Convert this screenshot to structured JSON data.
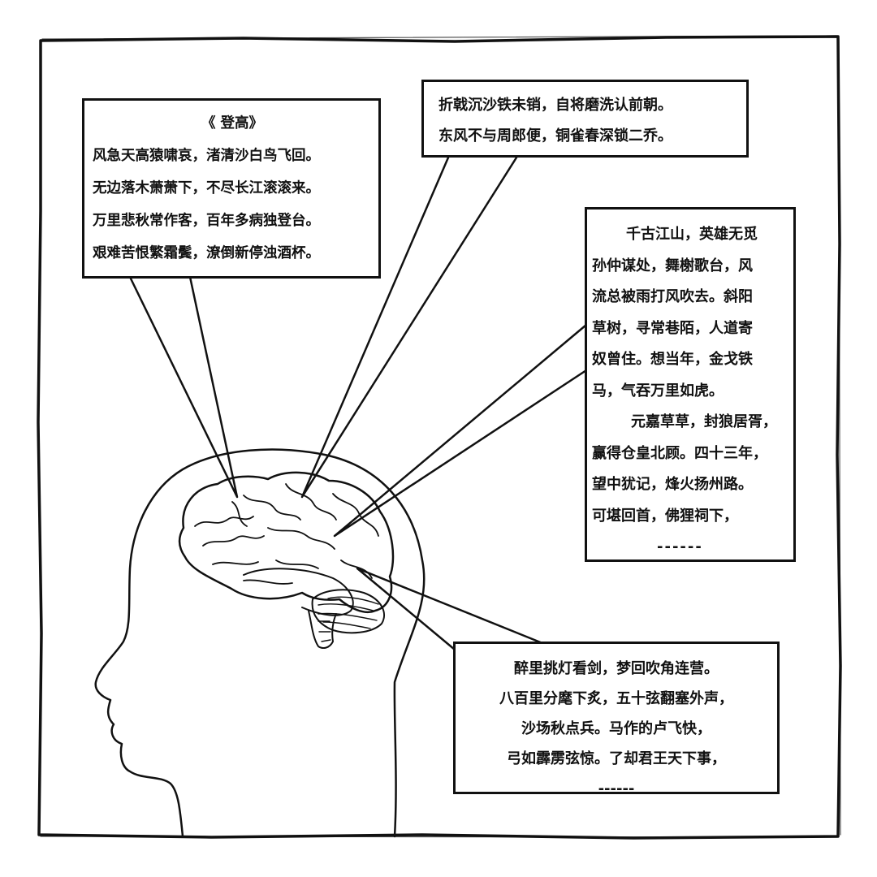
{
  "poems": {
    "denggao": {
      "title": "《 登高》",
      "lines": [
        "风急天高猿啸哀，渚清沙白鸟飞回。",
        "无边落木萧萧下，不尽长江滚滚来。",
        "万里悲秋常作客，百年多病独登台。",
        "艰难苦恨繁霜鬓，潦倒新停浊酒杯。"
      ]
    },
    "chibi": {
      "lines": [
        "折戟沉沙铁未销，自将磨洗认前朝。",
        "东风不与周郎便，铜雀春深锁二乔。"
      ]
    },
    "yongyule": {
      "lines": [
        "千古江山，英雄无觅",
        "孙仲谋处，舞榭歌台，风",
        "流总被雨打风吹去。斜阳",
        "草树，寻常巷陌，人道寄",
        "奴曾住。想当年，金戈铁",
        "马，气吞万里如虎。",
        "元嘉草草，封狼居胥，",
        "赢得仓皇北顾。四十三年，",
        "望中犹记，烽火扬州路。",
        "可堪回首，佛狸祠下，",
        "------"
      ]
    },
    "pozhenzi": {
      "lines": [
        "醉里挑灯看剑，梦回吹角连营。",
        "八百里分麾下炙，五十弦翻塞外声，",
        "沙场秋点兵。马作的卢飞快，",
        "弓如霹雳弦惊。了却君王天下事，",
        "------"
      ]
    }
  }
}
